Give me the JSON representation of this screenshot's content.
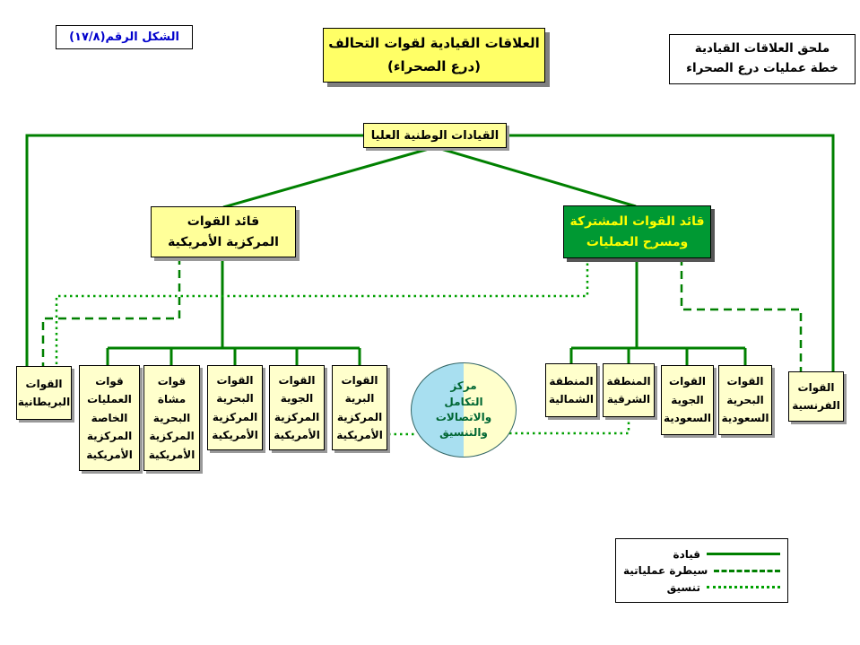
{
  "figure_label": "الشكل الرقم(١٧/٨)",
  "title": "العلاقات القيادية لقوات التحالف\n(درع الصحراء)",
  "annex_note": "ملحق العلاقات القيادية\nخطة عمليات درع الصحراء",
  "nodes": {
    "national_command": {
      "label": "القيادات الوطنية العليا"
    },
    "us_central_commander": {
      "label": "قائد القوات\nالمركزية الأمريكية"
    },
    "joint_forces_commander": {
      "label": "قائد القوات المشتركة\nومسرح العمليات"
    },
    "british_forces": {
      "label": "القوات\nالبريطانية"
    },
    "us_special_ops": {
      "label": "قوات\nالعمليات\nالخاصة\nالمركزية\nالأمريكية"
    },
    "us_marines": {
      "label": "قوات\nمشاة\nالبحرية\nالمركزية\nالأمريكية"
    },
    "us_navy": {
      "label": "القوات\nالبحرية\nالمركزية\nالأمريكية"
    },
    "us_air": {
      "label": "القوات\nالجوية\nالمركزية\nالأمريكية"
    },
    "us_ground": {
      "label": "القوات\nالبرية\nالمركزية\nالأمريكية"
    },
    "coordination_center": {
      "label": "مركز\nالتكامل\nوالاتصالات\nوالتنسيق"
    },
    "northern_area": {
      "label": "المنطقة\nالشمالية"
    },
    "eastern_area": {
      "label": "المنطقة\nالشرقية"
    },
    "saudi_air": {
      "label": "القوات\nالجوية\nالسعودية"
    },
    "saudi_navy": {
      "label": "القوات\nالبحرية\nالسعودية"
    },
    "french_forces": {
      "label": "القوات\nالفرنسية"
    }
  },
  "legend": {
    "command": "قيادة",
    "operational_control": "سيطرة عملياتية",
    "coordination": "تنسيق"
  },
  "colors": {
    "line_green": "#008000",
    "dotted_green": "#00A000",
    "node_yellow": "#FFFFCC",
    "title_yellow": "#FFFF66",
    "commander_yellow": "#FFFF99",
    "joint_box_green": "#009933",
    "joint_text_yellow": "#FFFF00",
    "circle_blue_half": "#A8DFF0",
    "circle_yellow_half": "#FFFFCC",
    "figure_label_blue": "#0000CC"
  }
}
